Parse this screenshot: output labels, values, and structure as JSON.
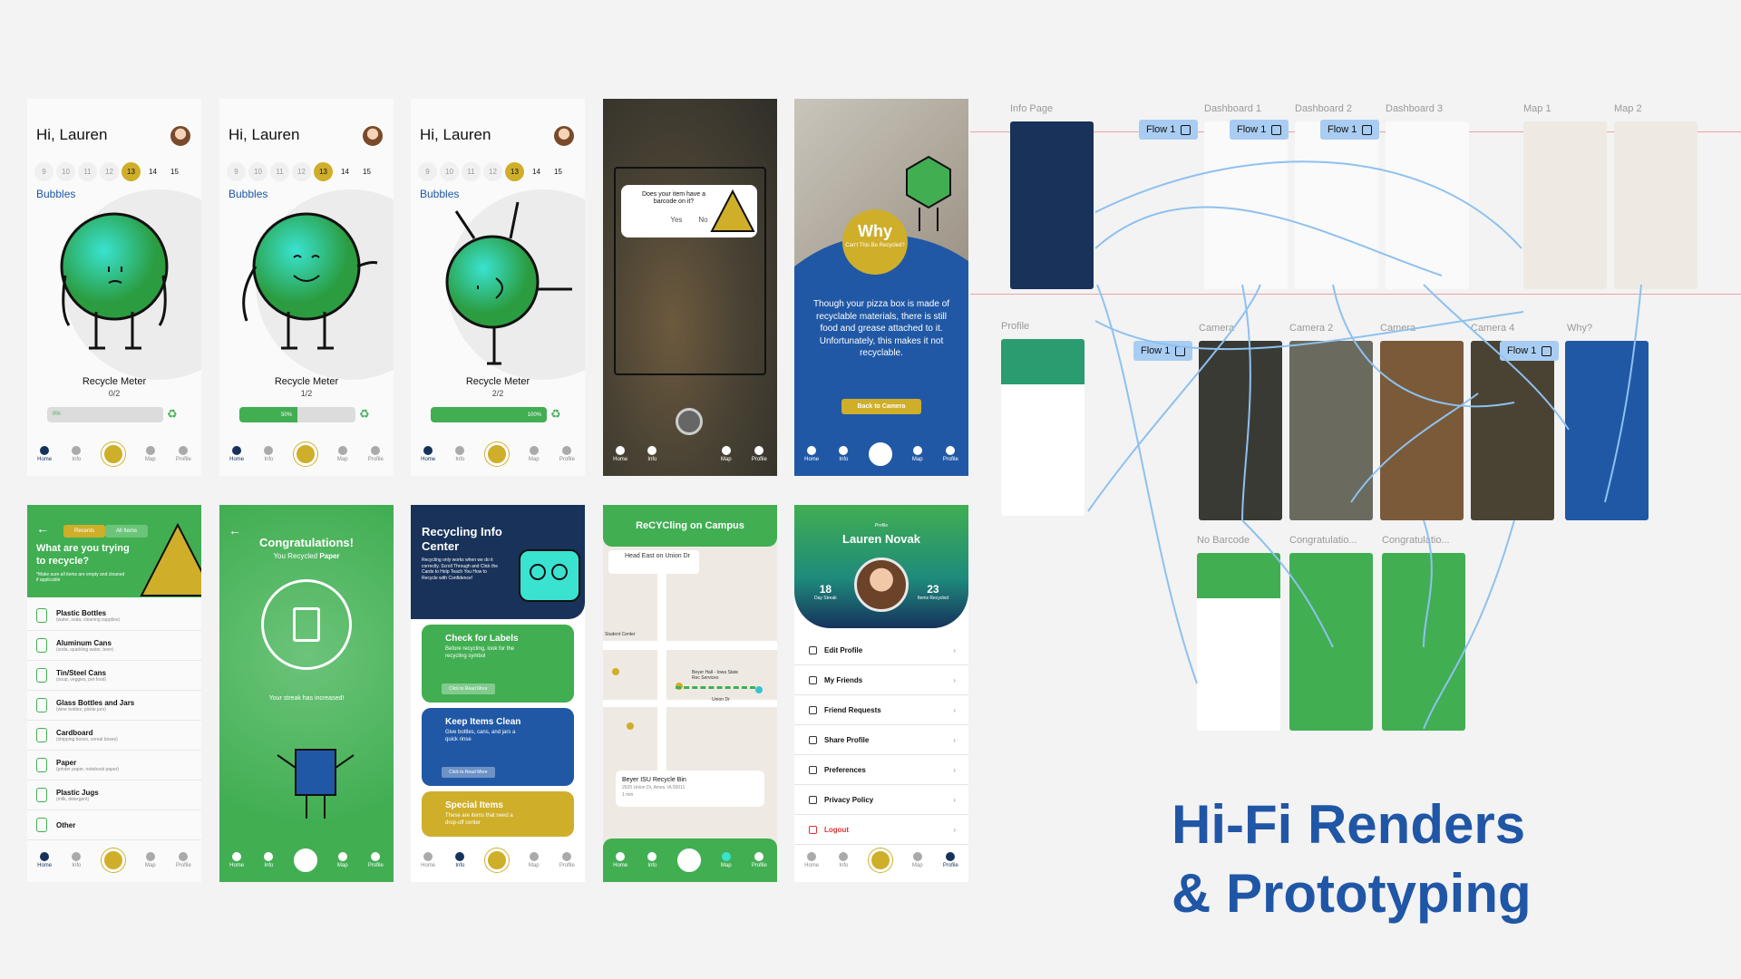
{
  "dashboard": {
    "greeting": "Hi, Lauren",
    "days": [
      "9",
      "10",
      "11",
      "12",
      "13",
      "14",
      "15"
    ],
    "pet_name": "Bubbles",
    "meter_title": "Recycle Meter",
    "screens": [
      {
        "progress": "0/2",
        "percent_label": "0%",
        "fill_fraction": 0
      },
      {
        "progress": "1/2",
        "percent_label": "50%",
        "fill_fraction": 0.5
      },
      {
        "progress": "2/2",
        "percent_label": "100%",
        "fill_fraction": 1
      }
    ]
  },
  "nav": {
    "home": "Home",
    "info": "Info",
    "map": "Map",
    "profile": "Profile"
  },
  "camera": {
    "question": "Does your item have a barcode on it?",
    "yes": "Yes",
    "no": "No"
  },
  "why": {
    "title": "Why",
    "subtitle": "Can't This Be Recycled?",
    "body": "Though your pizza box is made of recyclable materials, there is still food and grease attached to it. Unfortunately, this makes it not recyclable.",
    "button": "Back to Camera"
  },
  "select": {
    "tabs": [
      "Recents",
      "All Items"
    ],
    "question": "What are you trying to recycle?",
    "note": "*Make sure all items are empty and cleaned if applicable",
    "items": [
      {
        "name": "Plastic Bottles",
        "desc": "(water, soda, cleaning supplies)"
      },
      {
        "name": "Aluminum Cans",
        "desc": "(soda, sparkling water, beer)"
      },
      {
        "name": "Tin/Steel Cans",
        "desc": "(soup, veggies, pet food)"
      },
      {
        "name": "Glass Bottles and Jars",
        "desc": "(wine bottles, pickle jars)"
      },
      {
        "name": "Cardboard",
        "desc": "(shipping boxes, cereal boxes)"
      },
      {
        "name": "Paper",
        "desc": "(printer paper, notebook paper)"
      },
      {
        "name": "Plastic Jugs",
        "desc": "(milk, detergent)"
      },
      {
        "name": "Other",
        "desc": ""
      }
    ]
  },
  "congrats": {
    "title": "Congratulations!",
    "subtitle_prefix": "You Recycled",
    "subtitle_item": "Paper",
    "streak": "Your streak has increased!"
  },
  "info": {
    "title": "Recycling Info Center",
    "subtitle": "Recycling only works when we do it correctly. Scroll Through and Click the Cards to Help Teach You How to Recycle with Confidence!",
    "cards": [
      {
        "title": "Check for Labels",
        "body": "Before recycling, look for the recycling symbol",
        "button": "Click to Read More",
        "color": "#41ae52"
      },
      {
        "title": "Keep Items Clean",
        "body": "Give bottles, cans, and jars a quick rinse",
        "button": "Click to Read More",
        "color": "#2058a6"
      },
      {
        "title": "Special Items",
        "body": "These are items that need a drop-off center",
        "button": "",
        "color": "#cfae2a"
      }
    ]
  },
  "map": {
    "title": "ReCYCling on Campus",
    "direction": "Head East on Union Dr",
    "labels": [
      "Beyer Hall - Iowa State Rec Services",
      "Union Dr",
      "Student Center"
    ],
    "card_title": "Beyer ISU Recycle Bin",
    "card_address": "2625 Union Dr, Ames, IA 50011",
    "card_extra": "1 min"
  },
  "profile": {
    "label": "Profile",
    "name": "Lauren Novak",
    "day_streak": "18",
    "day_streak_label": "Day Streak",
    "items_recycled": "23",
    "items_recycled_label": "Items Recycled",
    "menu": [
      "Edit Profile",
      "My Friends",
      "Friend Requests",
      "Share Profile",
      "Preferences",
      "Privacy Policy",
      "Logout"
    ]
  },
  "prototype": {
    "labels": [
      "Info Page",
      "Dashboard 1",
      "Dashboard 2",
      "Dashboard 3",
      "Map 1",
      "Map 2",
      "Profile",
      "Camera",
      "Camera 2",
      "Camera",
      "Camera 4",
      "Why?",
      "No Barcode",
      "Congratulatio...",
      "Congratulatio..."
    ],
    "flow_label": "Flow 1"
  },
  "headline": {
    "line1": "Hi-Fi Renders",
    "line2": "& Prototyping"
  },
  "colors": {
    "green": "#41ae52",
    "navy": "#18325a",
    "blue": "#2058a6",
    "gold": "#cfae2a"
  }
}
